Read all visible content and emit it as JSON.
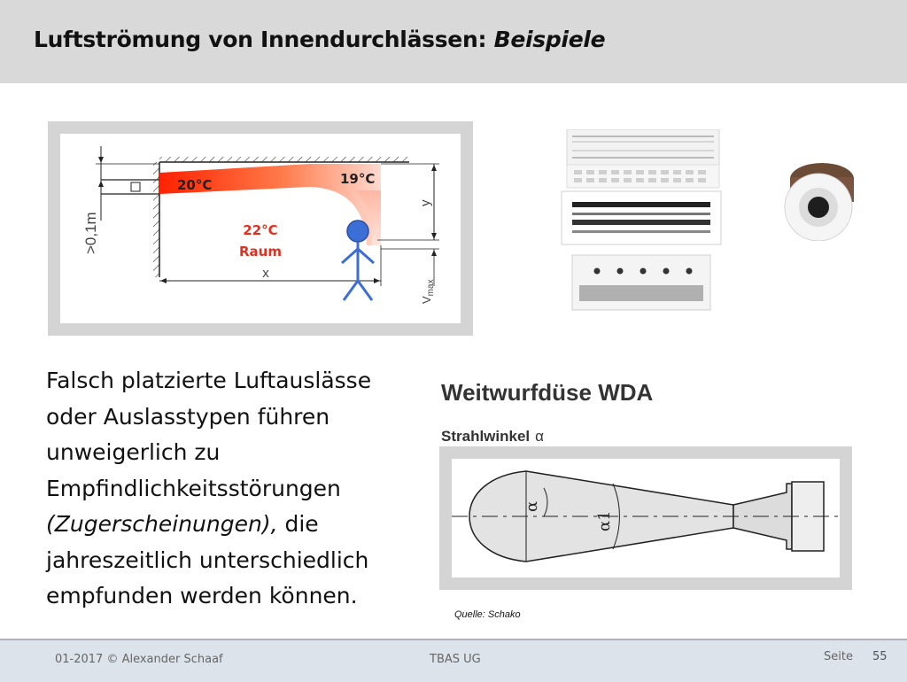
{
  "slide": {
    "title_main": "Luftströmung von Innendurchlässen: ",
    "title_italic": "Beispiele"
  },
  "diagram1": {
    "label_left_temp": "20°C",
    "label_right_temp": "19°C",
    "label_room_temp": "22°C",
    "label_room": "Raum",
    "label_height": ">0,1m",
    "label_x": "x",
    "label_y": "y",
    "label_vmax": "V",
    "label_vmax_sub": "max"
  },
  "diagram2": {
    "title": "Weitwurfdüse WDA",
    "subtitle": "Strahlwinkel",
    "subtitle_symbol": "α",
    "label_alpha": "α",
    "label_alpha1": "α1"
  },
  "body": {
    "text_part1": "Falsch platzierte Luftauslässe oder Auslasstypen führen unweigerlich zu Empfindlichkeitsstörungen ",
    "text_italic": "(Zugerscheinungen),",
    "text_part2": " die jahreszeitlich unterschiedlich empfunden werden können."
  },
  "source": "Quelle: Schako",
  "footer": {
    "left": "01-2017 © Alexander Schaaf",
    "center": "TBAS UG",
    "page_label": "Seite",
    "page_number": "55"
  },
  "colors": {
    "title_bar": "#d9d9d9",
    "footer_bg": "#dde3ea",
    "airflow_hot": "#ff2200",
    "airflow_cool": "#ffd9cf",
    "label_red": "#e0301e",
    "person_blue": "#3b6fd6"
  }
}
